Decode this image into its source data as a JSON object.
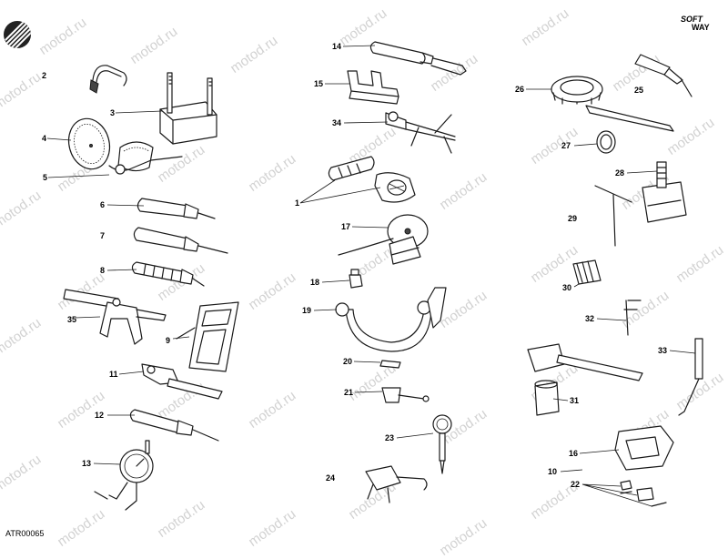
{
  "document": {
    "code": "ATR00065",
    "watermark": "motod.ru",
    "brand_top": "SOFT",
    "brand_bottom": "WAY",
    "logo": "striped-circle-logo"
  },
  "callouts": [
    "1",
    "2",
    "3",
    "4",
    "5",
    "6",
    "7",
    "8",
    "9",
    "10",
    "11",
    "12",
    "13",
    "14",
    "15",
    "16",
    "17",
    "18",
    "19",
    "20",
    "21",
    "22",
    "23",
    "24",
    "25",
    "26",
    "27",
    "28",
    "29",
    "30",
    "31",
    "32",
    "33",
    "34",
    "35"
  ]
}
